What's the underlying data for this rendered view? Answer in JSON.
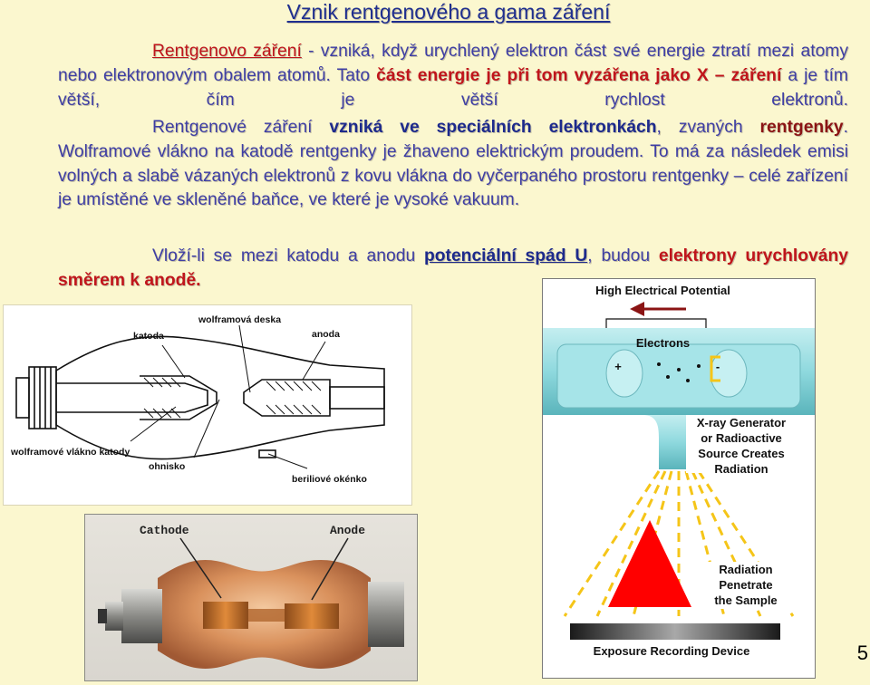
{
  "title": "Vznik rentgenového a gama záření",
  "page_number": "5",
  "paragraphs": {
    "p1": {
      "term": "Rentgenovo záření",
      "s1": " - vzniká, když urychlený elektron část své energie ztratí mezi atomy nebo elektronovým obalem atomů. Tato ",
      "hl1": "část energie je při tom vyzářena jako X – záření",
      "s2": " a je tím větší, čím je větší rychlost elektronů."
    },
    "p2": {
      "s1": "Rentgenové záření ",
      "hl1": "vzniká ve speciálních elektronkách",
      "s2": ", zvaných ",
      "hl2": "rentgenky",
      "s3": ". Wolframové vlákno na katodě rentgenky je žhaveno elektrickým proudem. To má za následek emisi volných a slabě vázaných elektronů z kovu vlákna do vyčerpaného prostoru rentgenky – celé zařízení je umístěné ve skleněné baňce, ve které je vysoké vakuum."
    },
    "p3": {
      "s1": "Vloží-li se mezi katodu a anodu ",
      "hl1": "potenciální spád U",
      "s2": ", budou ",
      "hl2": "elektrony urychlovány směrem k anodě."
    }
  },
  "diagram": {
    "katoda": "katoda",
    "deska": "wolframová deska",
    "anoda": "anoda",
    "vlakno": "wolframové vlákno katody",
    "ohnisko": "ohnisko",
    "okenko": "beriliové okénko"
  },
  "photo": {
    "cathode": "Cathode",
    "anode": "Anode"
  },
  "schematic": {
    "potential": "High Electrical Potential",
    "electrons": "Electrons",
    "plus": "+",
    "minus": "-",
    "generator": [
      "X-ray Generator",
      "or Radioactive",
      "Source Creates",
      "Radiation"
    ],
    "penetrate": [
      "Radiation",
      "Penetrate",
      "the Sample"
    ],
    "device": "Exposure Recording Device"
  },
  "colors": {
    "background": "#fbf7cf",
    "text_blue": "#3e3ea4",
    "highlight_red": "#c0151b",
    "highlight_blue": "#1d2a8c",
    "tube_cyan": "#8fd9de",
    "arrow_dark_red": "#8b1414",
    "triangle_red": "#ff0000",
    "ray_yellow": "#f5c518"
  }
}
